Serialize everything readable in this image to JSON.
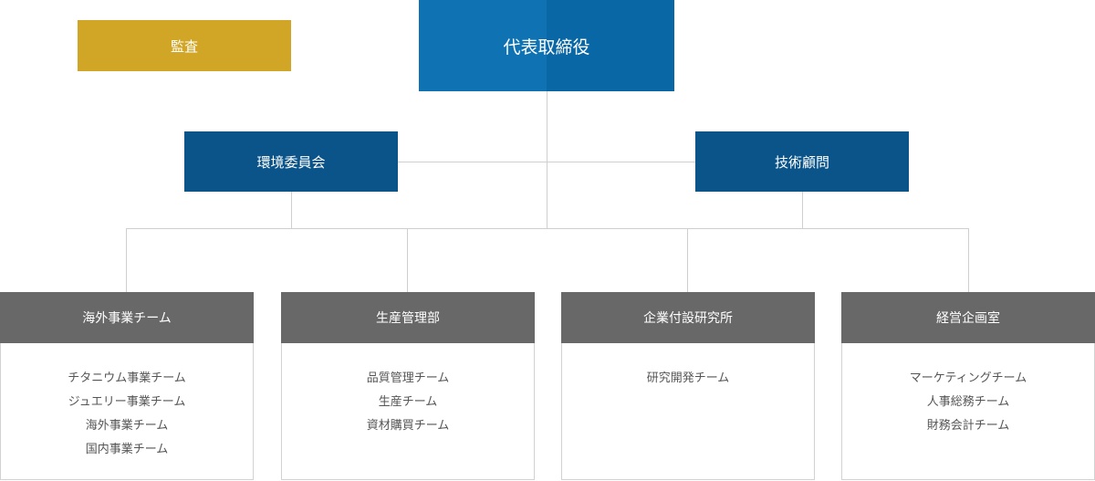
{
  "top": {
    "ceo": "代表取締役",
    "audit": "監査"
  },
  "middle": {
    "environment_committee": "環境委員会",
    "technical_advisor": "技術顧問"
  },
  "departments": [
    {
      "name": "海外事業チーム",
      "teams": [
        "チタニウム事業チーム",
        "ジュエリー事業チーム",
        "海外事業チーム",
        "国内事業チーム"
      ]
    },
    {
      "name": "生産管理部",
      "teams": [
        "品質管理チーム",
        "生産チーム",
        "資材購買チーム"
      ]
    },
    {
      "name": "企業付設研究所",
      "teams": [
        "研究開発チーム"
      ]
    },
    {
      "name": "経営企画室",
      "teams": [
        "マーケティングチーム",
        "人事総務チーム",
        "財務会計チーム"
      ]
    }
  ],
  "colors": {
    "ceo": "#0f73b3",
    "audit": "#d1a525",
    "middle": "#0b5489",
    "department_header": "#686868",
    "connector": "#cfcfcf"
  }
}
